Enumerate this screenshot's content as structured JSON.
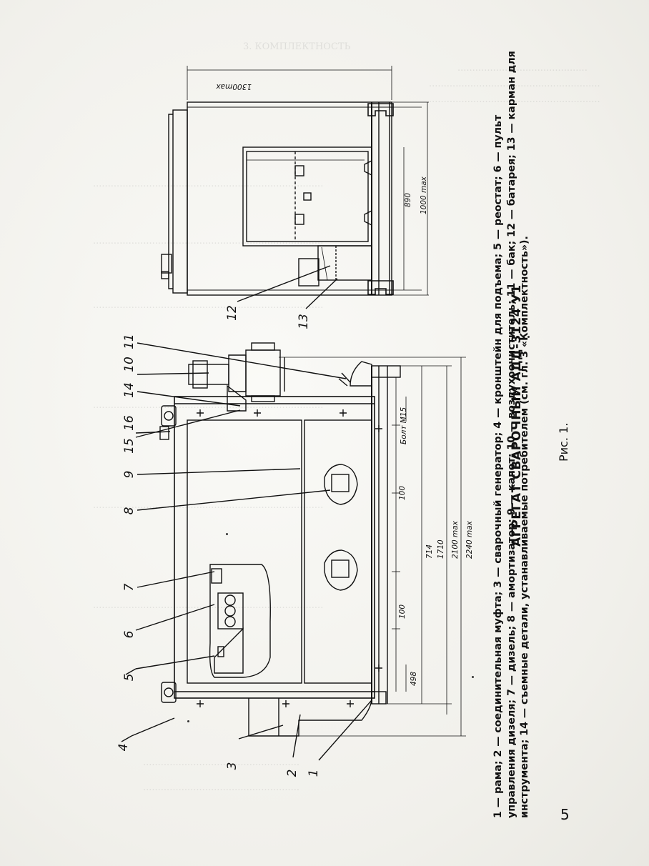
{
  "title": "АГРЕГАТ СВАРОЧНЫЙ АДД-3124 У1",
  "caption": "Рис. 1.",
  "legend": "1 — рама; 2 — соединительная муфта; 3 — сварочный генератор; 4 — кронштейн для подъема; 5 — реостат; 6 — пульт управления дизеля; 7 — дизель; 8 — амортизатор; 9 — капот; 10 — воздухоочиститель; 11 — бак; 12 — батарея; 13 — карман для инструмента; 14 — съемные детали, устанавливаемые потребителем (см. гл. 3 «Комплектность»).",
  "page_number": "5",
  "dimensions": {
    "d1300": "1300max",
    "d890": "890",
    "d1000": "1000 max",
    "dbolt": "Болт М15",
    "d100a": "100",
    "d100b": "100",
    "d498": "498",
    "d714": "714",
    "d1710": "1710",
    "d2100": "2100 max",
    "d2240": "2240 max"
  },
  "callouts": [
    "1",
    "2",
    "3",
    "4",
    "5",
    "6",
    "7",
    "8",
    "9",
    "10",
    "11",
    "12",
    "13",
    "14",
    "15",
    "16"
  ]
}
